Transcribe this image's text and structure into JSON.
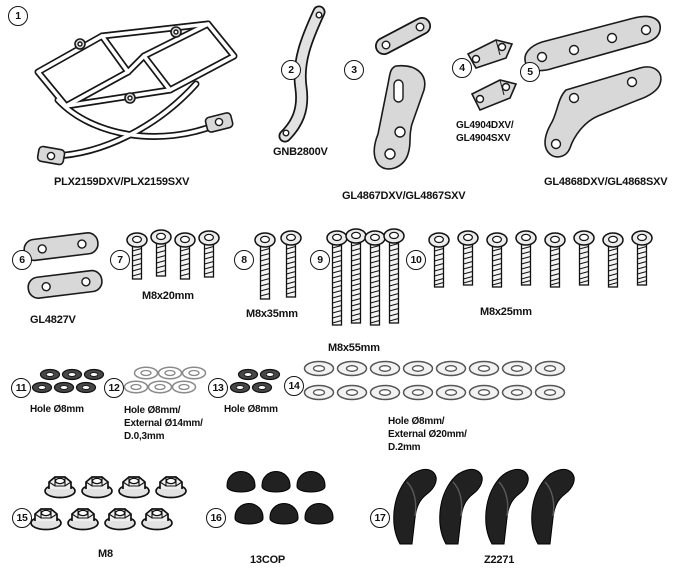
{
  "diagram": {
    "background": "#ffffff",
    "line_color": "#161616",
    "metal_fill": "#d8d8d8",
    "rubber_fill": "#212121"
  },
  "parts": {
    "p1": {
      "num": "1",
      "label": "PLX2159DXV/PLX2159SXV",
      "quantity": 1,
      "drawing": "tubular-pannier-rack"
    },
    "p2": {
      "num": "2",
      "label": "GNB2800V",
      "quantity": 1,
      "drawing": "curved-strip-bracket"
    },
    "p3": {
      "num": "3",
      "label": "GL4867DXV/GL4867SXV",
      "quantity": 1,
      "drawing": "mounting-plate-set"
    },
    "p4": {
      "num": "4",
      "lines": [
        "GL4904DXV/",
        "GL4904SXV"
      ],
      "quantity": 2,
      "drawing": "small-brackets"
    },
    "p5": {
      "num": "5",
      "label": "GL4868DXV/GL4868SXV",
      "quantity": 1,
      "drawing": "wide-mounting-plates"
    },
    "p6": {
      "num": "6",
      "label": "GL4827V",
      "quantity": 2,
      "drawing": "spacer-plates"
    },
    "p7": {
      "num": "7",
      "label": "M8x20mm",
      "quantity": 4,
      "drawing": "socket-head-bolts"
    },
    "p8": {
      "num": "8",
      "label": "M8x35mm",
      "quantity": 2,
      "drawing": "socket-head-bolts"
    },
    "p9": {
      "num": "9",
      "label": "M8x55mm",
      "quantity": 4,
      "drawing": "long-threaded-bolts"
    },
    "p10": {
      "num": "10",
      "label": "M8x25mm",
      "quantity": 8,
      "drawing": "socket-head-bolts"
    },
    "p11": {
      "num": "11",
      "label": "Hole Ø8mm",
      "quantity": 6,
      "drawing": "dark-washers"
    },
    "p12": {
      "num": "12",
      "lines": [
        "Hole Ø8mm/",
        "External Ø14mm/",
        "D.0,3mm"
      ],
      "quantity": 6,
      "drawing": "flat-washers"
    },
    "p13": {
      "num": "13",
      "label": "Hole Ø8mm",
      "quantity": 4,
      "drawing": "dark-washers"
    },
    "p14": {
      "num": "14",
      "lines": [
        "Hole Ø8mm/",
        "External Ø20mm/",
        "D.2mm"
      ],
      "quantity": 16,
      "drawing": "large-flat-washers"
    },
    "p15": {
      "num": "15",
      "label": "M8",
      "quantity": 8,
      "drawing": "flanged-nuts"
    },
    "p16": {
      "num": "16",
      "label": "13COP",
      "quantity": 6,
      "drawing": "rubber-caps"
    },
    "p17": {
      "num": "17",
      "label": "Z2271",
      "quantity": 4,
      "drawing": "clamp-spacers"
    }
  }
}
